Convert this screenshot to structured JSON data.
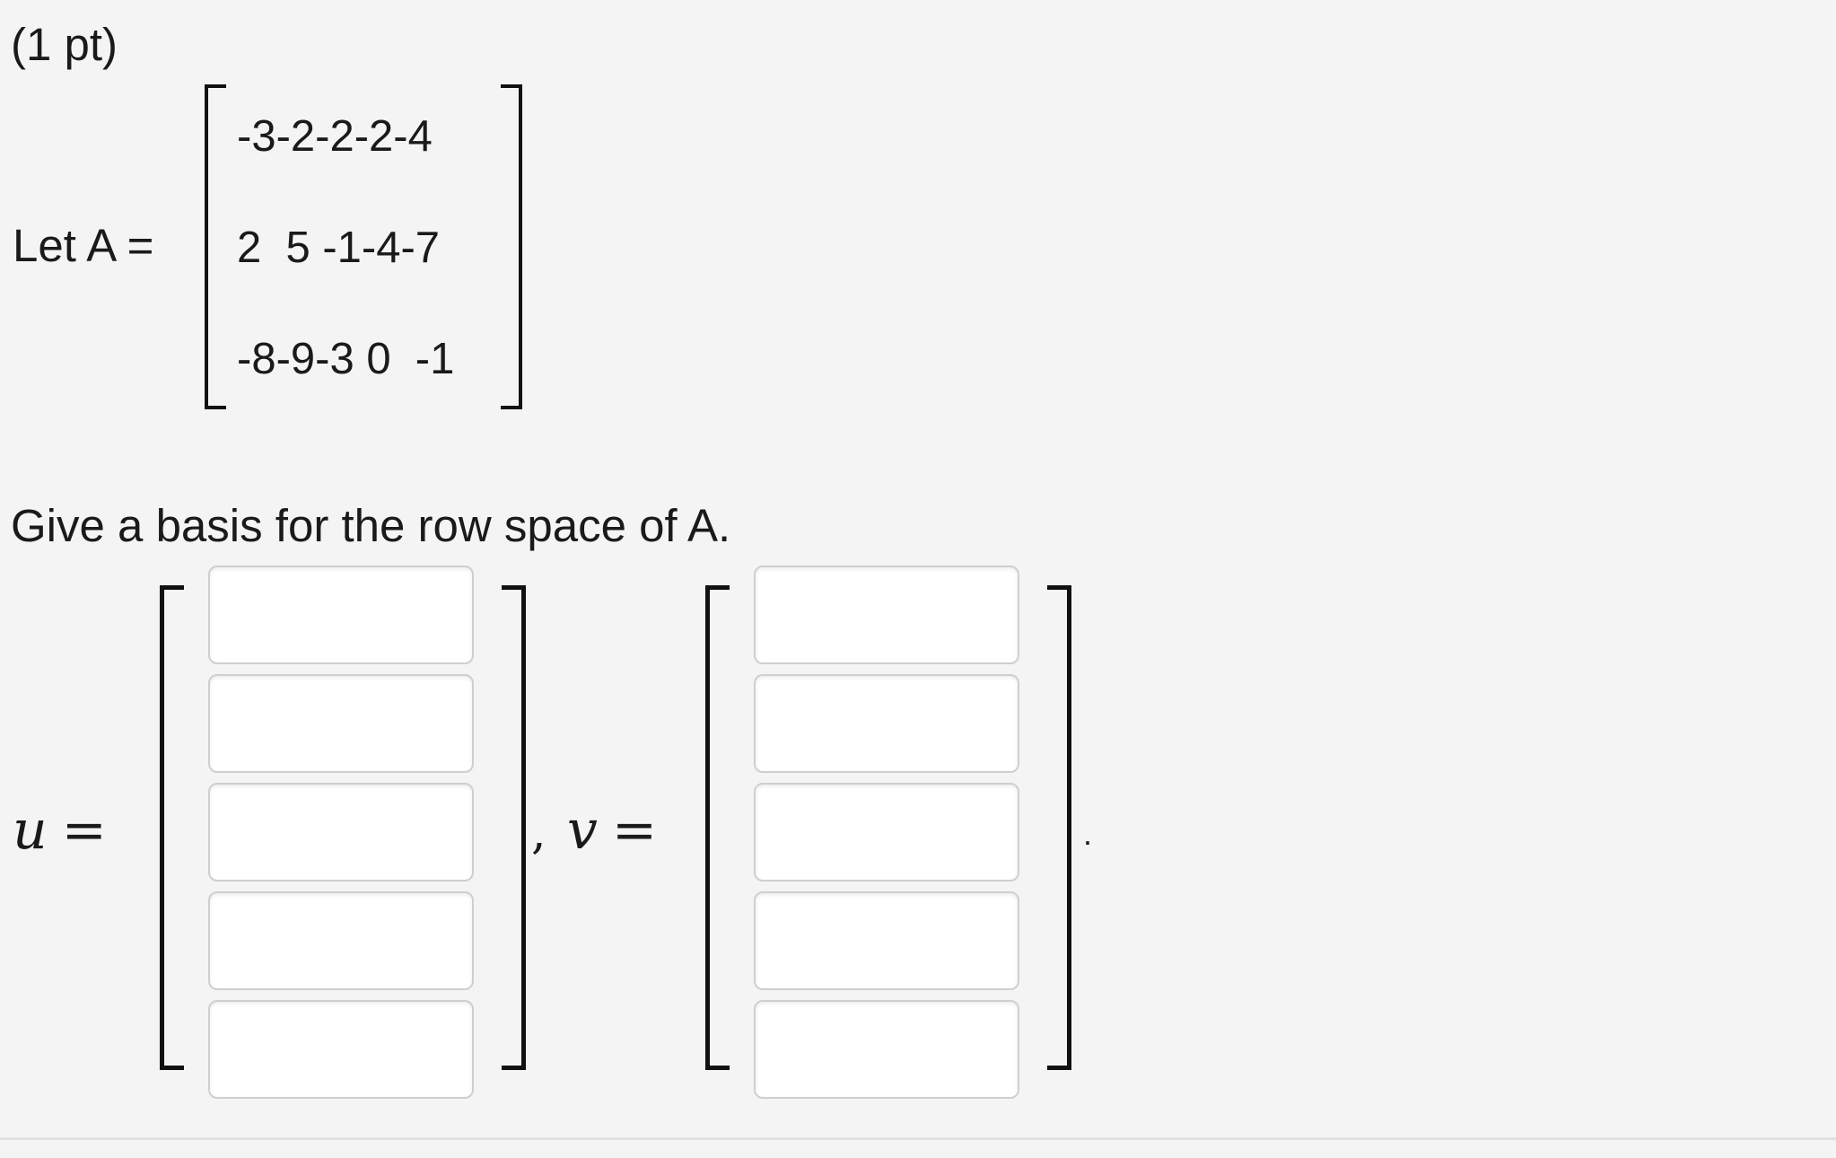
{
  "problem": {
    "points": "(1 pt)",
    "let_label": "Let A =",
    "matrix_rows": [
      "-3-2-2-2-4",
      "2  5 -1-4-7",
      "-8-9-3 0  -1"
    ],
    "question": "Give a basis for the row space of A."
  },
  "answer": {
    "u_symbol": "u",
    "v_symbol": "v",
    "equals": "=",
    "separator": ",",
    "end_mark": ".",
    "u_inputs": [
      "",
      "",
      "",
      "",
      ""
    ],
    "v_inputs": [
      "",
      "",
      "",
      "",
      ""
    ]
  }
}
